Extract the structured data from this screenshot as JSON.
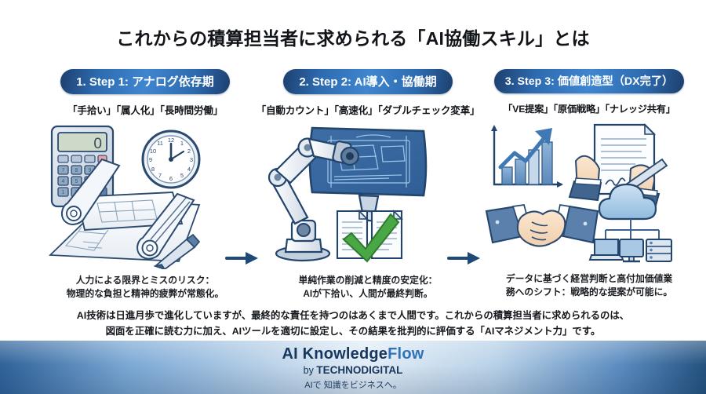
{
  "page": {
    "title": "これからの積算担当者に求められる「AI協働スキル」とは",
    "background_color": "#ffffff"
  },
  "colors": {
    "pill_dark": "#1d3f6e",
    "pill_mid": "#2d6bb0",
    "pill_light": "#3f86cf",
    "arrow": "#1f4a78",
    "text_dark": "#111418",
    "brand_navy": "#17365e",
    "brand_blue": "#2f72b8",
    "check_green": "#49a845",
    "illustration_blue": "#4a7ab0",
    "illustration_outline": "#2b4a70"
  },
  "steps": [
    {
      "pill_label": "1. Step 1: アナログ依存期",
      "keywords": "「手拾い」「属人化」「長時間労働」",
      "caption": "人力による限界とミスのリスク：\n物理的な負担と精神的疲弊が常態化。",
      "illustration_name": "analog-tools-illustration",
      "icons": [
        "calculator-icon",
        "wall-clock-icon",
        "rolled-blueprints-icon",
        "pen-icon"
      ]
    },
    {
      "pill_label": "2. Step 2: AI導入・協働期",
      "keywords": "「自動カウント」「高速化」「ダブルチェック変革」",
      "caption": "単純作業の削減と精度の安定化：\nAIが下拾い、人間が最終判断。",
      "illustration_name": "ai-automation-illustration",
      "icons": [
        "robot-arm-icon",
        "curved-monitor-icon",
        "document-check-icon"
      ]
    },
    {
      "pill_label": "3. Step 3: 価値創造型（DX完了）",
      "keywords": "「VE提案」「原価戦略」「ナレッジ共有」",
      "caption": "データに基づく経営判断と高付加価値業\n務へのシフト：戦略的な提案が可能に。",
      "illustration_name": "value-creation-illustration",
      "icons": [
        "growth-chart-icon",
        "signing-contract-icon",
        "handshake-icon",
        "cloud-network-icon"
      ]
    }
  ],
  "arrows": [
    {
      "name": "arrow-step1-to-step2",
      "glyph": "→"
    },
    {
      "name": "arrow-step2-to-step3",
      "glyph": "→"
    }
  ],
  "summary": "AI技術は日進月歩で進化していますが、最終的な責任を持つのはあくまで人間です。これからの積算担当者に求められるのは、\n図面を正確に読む力に加え、AIツールを適切に設定し、その結果を批判的に評価する「AIマネジメント力」です。",
  "footer": {
    "brand_part1": "AI Knowledge",
    "brand_part2": "Flow",
    "by_lead": "by ",
    "by_company": "TECHNODIGITAL",
    "tagline": "AIで 知識をビジネスへ。"
  }
}
